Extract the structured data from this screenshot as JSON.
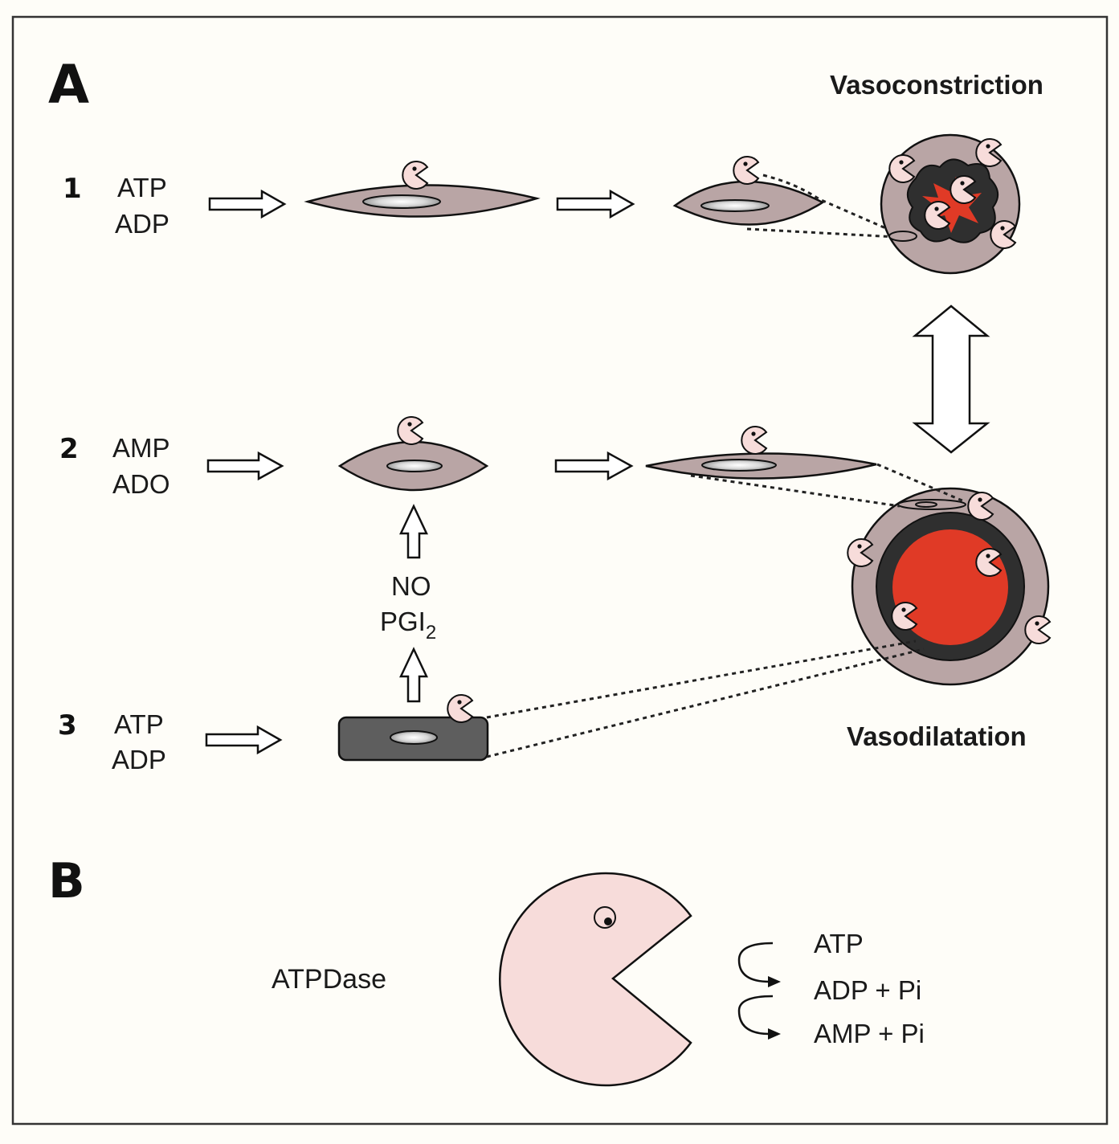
{
  "panels": {
    "a": {
      "letter": "A"
    },
    "b": {
      "letter": "B"
    }
  },
  "outcomes": {
    "top": "Vasoconstriction",
    "bottom": "Vasodilatation"
  },
  "rows": [
    {
      "number": "1",
      "line1": "ATP",
      "line2": "ADP"
    },
    {
      "number": "2",
      "line1": "AMP",
      "line2": "ADO"
    },
    {
      "number": "3",
      "line1": "ATP",
      "line2": "ADP"
    }
  ],
  "mediators": {
    "line1": "NO",
    "line2_main": "PGI",
    "line2_sub": "2"
  },
  "legend": {
    "enzyme_name": "ATPDase",
    "reactions": [
      "ATP",
      "ADP + Pi",
      "AMP + Pi"
    ]
  },
  "colors": {
    "cell_fill": "#b9a5a5",
    "endothelium_fill": "#5e5e5e",
    "lumen_red": "#e03a26",
    "wall_dark": "#2f2f2f",
    "enzyme_pink": "#f7dcda",
    "border": "#333333"
  }
}
